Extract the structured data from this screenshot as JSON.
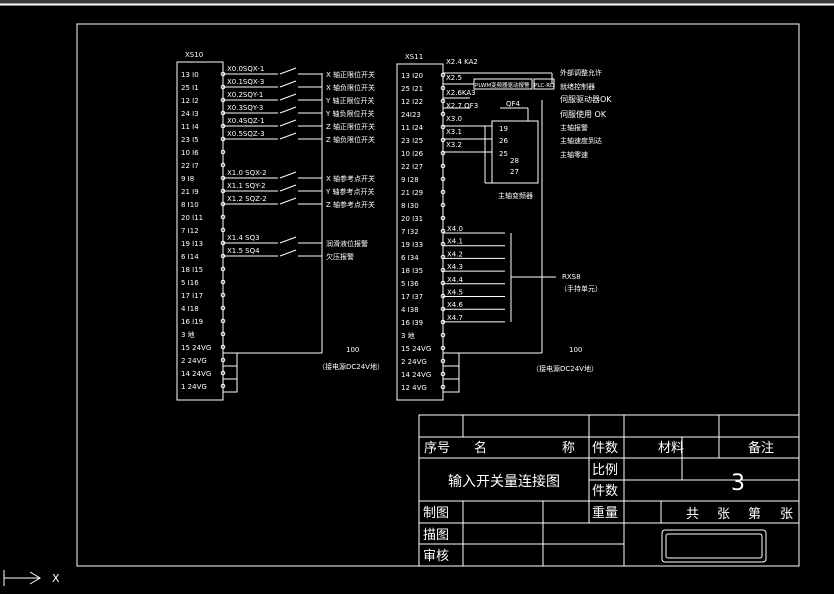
{
  "left_block": {
    "header": "XS10",
    "pins": [
      "13 I0",
      "25 I1",
      "12 I2",
      "24 I3",
      "11 I4",
      "23 I5",
      "10 I6",
      "22 I7",
      "9 I8",
      "21 I9",
      "8 I10",
      "20 I11",
      "7 I12",
      "19 I13",
      "6 I14",
      "18 I15",
      "5 I16",
      "17 I17",
      "4 I18",
      "16 I19",
      "3 地",
      "15 24VG",
      "2 24VG",
      "14 24VG",
      "1 24VG"
    ],
    "switch_labels": [
      "X0.0SQX-1",
      "X0.1SQX-3",
      "X0.2SQY-1",
      "X0.3SQY-3",
      "X0.4SQZ-1",
      "X0.5SQZ-3",
      "X1.0 SQX-2",
      "X1.1 SQY-2",
      "X1.2 SQZ-2",
      "X1.4 SQ3",
      "X1.5 SQ4"
    ],
    "descriptions": [
      "X 轴正限位开关",
      "X 轴负限位开关",
      "Y 轴正限位开关",
      "Y 轴负限位开关",
      "Z 轴正限位开关",
      "Z 轴负限位开关",
      "X 轴参考点开关",
      "Y 轴参考点开关",
      "Z 轴参考点开关",
      "润滑液位报警",
      "欠压报警"
    ],
    "supply_num": "100",
    "supply_note": "（接电源DC24V地）"
  },
  "right_block": {
    "header": "XS11",
    "pins": [
      "13 I20",
      "25 I21",
      "12 I22",
      "24I23",
      "11 I24",
      "23 I25",
      "10 I26",
      "22 I27",
      "9 I28",
      "21 I29",
      "8 I30",
      "20 I31",
      "7 I32",
      "19 I33",
      "6 I34",
      "18 I35",
      "5 I36",
      "17 I37",
      "4 I38",
      "16 I39",
      "3 地",
      "15 24VG",
      "2 24VG",
      "14 24VG",
      "12 4VG"
    ],
    "x_labels": [
      "X2.4 KA2",
      "X2.5",
      "X2.6KA3",
      "X2.7 QF3",
      "X3.0",
      "X3.1",
      "X3.2"
    ],
    "spindle_labels": [
      "19",
      "26",
      "25",
      "28",
      "27"
    ],
    "small_tags": [
      "PLC-RD",
      "QF4",
      "主轴变频器"
    ],
    "right_notes": [
      "外部调整允许",
      "就绪控制器",
      "伺服驱动器OK",
      "伺服使用 OK",
      "主轴报警",
      "主轴速度到达",
      "主轴零速"
    ],
    "fault_box": "PLWM变频器驱动报警",
    "bus_labels": [
      "X4.0",
      "X4.1",
      "X4.2",
      "X4.3",
      "X4.4",
      "X4.5",
      "X4.6",
      "X4.7"
    ],
    "rxs_label": "RXS8",
    "rxs_note": "（手持单元）",
    "supply_num": "100",
    "supply_note": "（接电源DC24V地）"
  },
  "title_block": {
    "col_headers": [
      "序号",
      "名",
      "称",
      "件数",
      "材料",
      "备注"
    ],
    "drawing_name": "输入开关量连接图",
    "ratio_label": "比例",
    "count_label": "件数",
    "weight_label": "重量",
    "sheet_number": "3",
    "sheets_text": [
      "共",
      "张",
      "第",
      "张"
    ],
    "rows": [
      "制图",
      "描图",
      "审核"
    ]
  },
  "ucs_label": "X"
}
